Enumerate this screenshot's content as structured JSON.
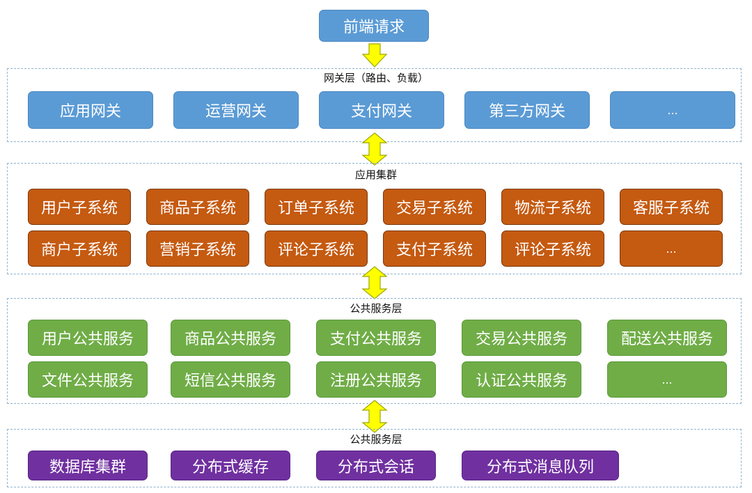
{
  "request": {
    "label": "前端请求"
  },
  "gateway": {
    "title": "网关层（路由、负载）",
    "items": [
      "应用网关",
      "运营网关",
      "支付网关",
      "第三方网关",
      "..."
    ]
  },
  "app_cluster": {
    "title": "应用集群",
    "row1": [
      "用户子系统",
      "商品子系统",
      "订单子系统",
      "交易子系统",
      "物流子系统",
      "客服子系统"
    ],
    "row2": [
      "商户子系统",
      "营销子系统",
      "评论子系统",
      "支付子系统",
      "评论子系统",
      "..."
    ]
  },
  "public_services": {
    "title": "公共服务层",
    "row1": [
      "用户公共服务",
      "商品公共服务",
      "支付公共服务",
      "交易公共服务",
      "配送公共服务"
    ],
    "row2": [
      "文件公共服务",
      "短信公共服务",
      "注册公共服务",
      "认证公共服务",
      "..."
    ]
  },
  "infrastructure": {
    "title": "公共服务层",
    "items": [
      "数据库集群",
      "分布式缓存",
      "分布式会话",
      "分布式消息队列"
    ]
  },
  "colors": {
    "gateway": "#5b9bd5",
    "app": "#c55a11",
    "service": "#70ad47",
    "infra": "#7030a0",
    "arrow": "#ffff00",
    "arrow_stroke": "#9aa800"
  }
}
